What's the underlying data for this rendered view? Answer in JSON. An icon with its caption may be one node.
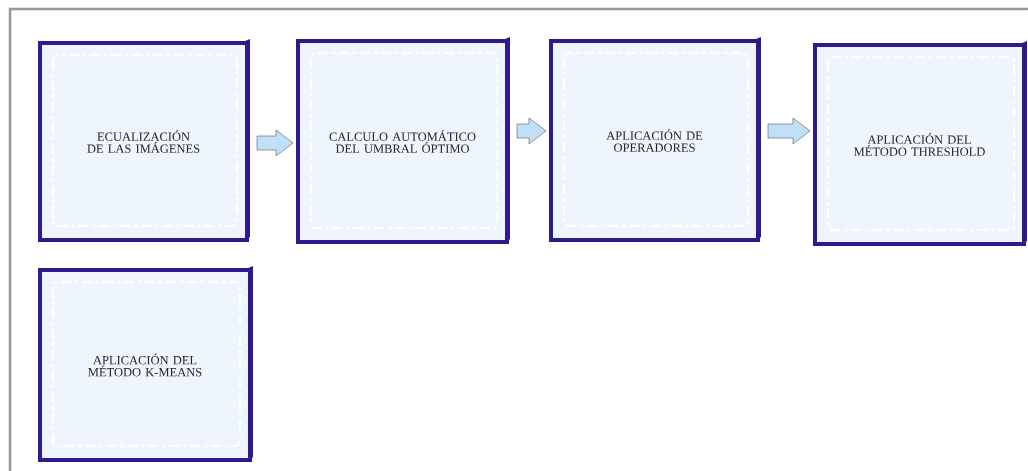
{
  "diagram": {
    "nodes": [
      {
        "text": [
          "ECUALIZACIÓN DE LAS IMÁGENES"
        ]
      },
      {
        "text": [
          "CALCULO AUTOMÁTICO DEL UMBRAL ÓPTIMO"
        ]
      },
      {
        "text": [
          "APLICACIÓN DE OPERADORES"
        ]
      },
      {
        "text": [
          "APLICACIÓN DEL MÉTODO THRESHOLD"
        ]
      },
      {
        "text": [
          "APLICACIÓN DEL MÉTODO K-MEANS"
        ]
      }
    ],
    "edges": [
      {
        "from": 0,
        "to": 1,
        "arrow": "to"
      },
      {
        "from": 1,
        "to": 2,
        "arrow": "to"
      },
      {
        "from": 2,
        "to": 3,
        "arrow": "to"
      }
    ]
  }
}
